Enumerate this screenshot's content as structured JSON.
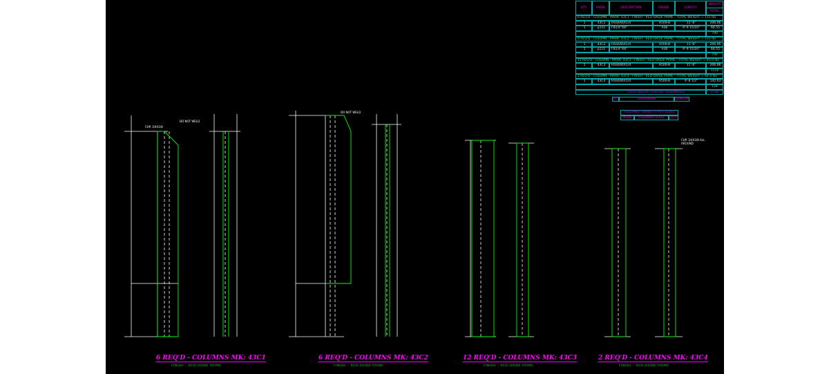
{
  "colors": {
    "background": "#000000",
    "title": "#ff00ff",
    "finish": "#00cc00",
    "table_border": "#00aaaa",
    "outline": "#ffffff",
    "plate": "#00ff00"
  },
  "table": {
    "headers": {
      "qty": "QTY",
      "mark": "MARK",
      "description": "DESCRIPTION",
      "grade": "GRADE",
      "length": "LENGTH",
      "weight": "WEIGHT",
      "total": "TOTAL"
    },
    "groups": [
      {
        "title": "6 REQ'D - COLUMN - MARK: 43C1 - FINISH - RED-OXIDE PRIME - TOTAL WEIGHT = 131 lbs",
        "rows": [
          {
            "qty": "1",
            "mark": "43C1",
            "description": "HSS6X6X1/4",
            "grade": "A500-B",
            "length": "11'-6\"",
            "weight": "206.06"
          },
          {
            "qty": "1",
            "mark": "p111",
            "description": "FB1/4\"X8\"",
            "grade": "A36",
            "length": "9'-9 15/16\"",
            "weight": "66.55"
          }
        ],
        "total": "790"
      },
      {
        "title": "6 REQ'D - COLUMN - MARK: 43C2 - FINISH - RED-OXIDE PRIME - TOTAL WEIGHT = 131 lbs",
        "rows": [
          {
            "qty": "1",
            "mark": "43C2",
            "description": "HSS6X6X1/4",
            "grade": "A500-B",
            "length": "11'-6\"",
            "weight": "206.06"
          },
          {
            "qty": "1",
            "mark": "p111",
            "description": "FB1/4\"X8\"",
            "grade": "A36",
            "length": "9'-9 15/16\"",
            "weight": "66.55"
          }
        ],
        "total": "790"
      },
      {
        "title": "12 REQ'D - COLUMN - MARK: 43C3 - FINISH - RED-OXIDE PRIME - TOTAL WEIGHT = 93.0 lbs",
        "rows": [
          {
            "qty": "1",
            "mark": "43C3",
            "description": "HSS6X6X1/4",
            "grade": "A500-B",
            "length": "11'-6\"",
            "weight": "206.06"
          }
        ],
        "total": "1116"
      },
      {
        "title": "2 REQ'D - COLUMN - MARK: 43C4 - FINISH - RED-OXIDE PRIME - TOTAL WEIGHT = 64.4 lbs",
        "rows": [
          {
            "qty": "1",
            "mark": "43C4",
            "description": "HSS6X6X1/4",
            "grade": "A500-B",
            "length": "9'-8 1/2\"",
            "weight": "142.03"
          }
        ],
        "total": "128"
      }
    ],
    "grand_total_label": "TOTAL WEIGHT FOR ALL ASSEMBLIES",
    "grand_total": "2734"
  },
  "legend_small": {
    "qty": "QTY",
    "stiffeners": "STIFFENERS",
    "length": "LENGTH"
  },
  "assembly_table": {
    "title": "ASSEMBLY QUANTITY PER LEVEL",
    "mark": "MARK",
    "level": "ASSEMBLY LEVEL",
    "qty": "QTY"
  },
  "notes": {
    "do_not_weld": "DO NOT WELD",
    "chp": "CHP. 3/4X3/8",
    "all_around": "CHP. 3/4X3/8 ALL AROUND"
  },
  "assemblies": [
    {
      "title": "6 REQ'D - COLUMNS MK: 43C1",
      "finish": "FINISH – RED-OXIDE PRIME"
    },
    {
      "title": "6 REQ'D - COLUMNS MK: 43C2",
      "finish": "FINISH – RED-OXIDE PRIME"
    },
    {
      "title": "12 REQ'D - COLUMNS MK: 43C3",
      "finish": "FINISH – RED-OXIDE PRIME"
    },
    {
      "title": "2 REQ'D - COLUMNS MK: 43C4",
      "finish": "FINISH – RED-OXIDE PRIME"
    }
  ]
}
